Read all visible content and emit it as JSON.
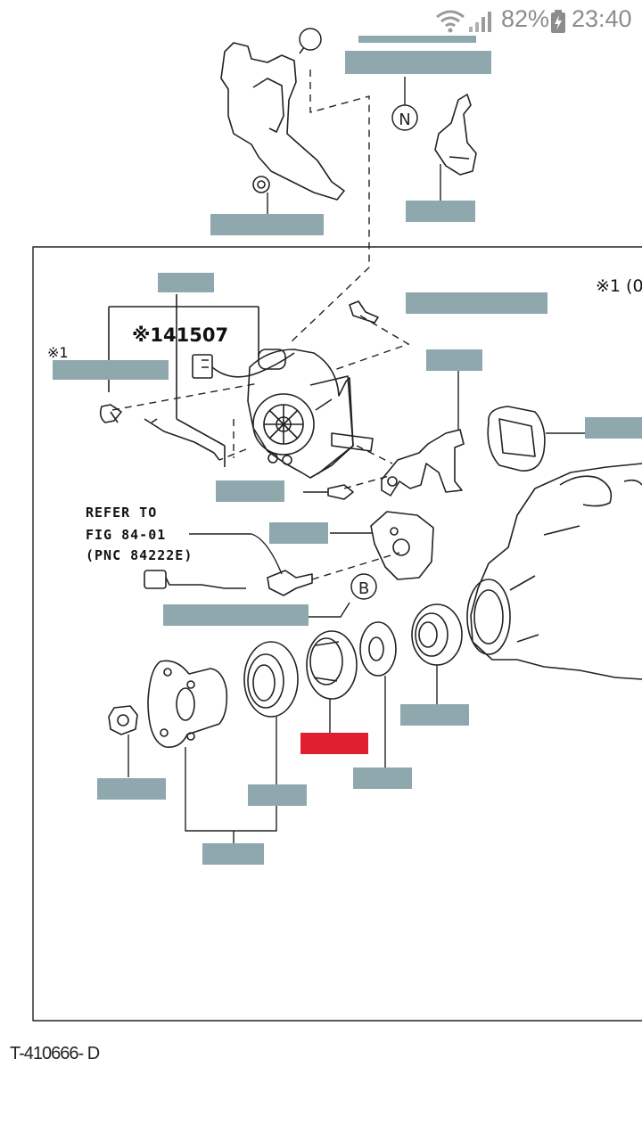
{
  "status_bar": {
    "battery_percent": "82%",
    "time": "23:40",
    "icons": [
      "wifi-icon",
      "signal-icon",
      "battery-charging-icon"
    ]
  },
  "diagram": {
    "part_code": "※141507",
    "note_mark_left": "※1",
    "note_mark_right": "※1 (0",
    "refer_line1": "REFER TO",
    "refer_line2": "FIG 84-01",
    "refer_line3": "(PNC 84222E)",
    "callout_n": "N",
    "callout_b": "B",
    "footer_id": "T-410666- D",
    "colors": {
      "redacted_tag": "#8fa8ad",
      "highlight_tag": "#e02030",
      "line": "#222222"
    }
  }
}
